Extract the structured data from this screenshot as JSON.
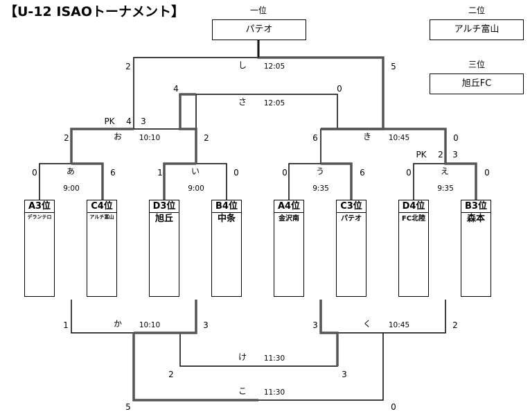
{
  "title": "【U-12 ISAOトーナメント】",
  "ranks": [
    {
      "label": "一位",
      "team": "パテオ"
    },
    {
      "label": "二位",
      "team": "アルチ富山"
    },
    {
      "label": "三位",
      "team": "旭丘FC"
    }
  ],
  "teams": [
    {
      "seed": "A3位",
      "name": "デランテロ"
    },
    {
      "seed": "C4位",
      "name": "アルチ富山"
    },
    {
      "seed": "D3位",
      "name": "旭丘"
    },
    {
      "seed": "B4位",
      "name": "中条"
    },
    {
      "seed": "A4位",
      "name": "金沢南"
    },
    {
      "seed": "C3位",
      "name": "パテオ"
    },
    {
      "seed": "D4位",
      "name": "FC北陸"
    },
    {
      "seed": "B3位",
      "name": "森本"
    }
  ],
  "matches": {
    "a": {
      "label": "あ",
      "time": "9:00",
      "left": "0",
      "right": "6"
    },
    "i": {
      "label": "い",
      "time": "9:00",
      "left": "1",
      "right": "0"
    },
    "u": {
      "label": "う",
      "time": "9:35",
      "left": "0",
      "right": "6"
    },
    "e": {
      "label": "え",
      "time": "9:35",
      "left": "0",
      "right": "0"
    },
    "o": {
      "label": "お",
      "time": "10:10",
      "left": "2",
      "right": "2",
      "pk_label": "PK",
      "pk_left": "4",
      "pk_right": "3"
    },
    "ki": {
      "label": "き",
      "time": "10:45",
      "left": "6",
      "right": "0",
      "pk_label": "PK",
      "pk_left": "2",
      "pk_right": "3"
    },
    "sa": {
      "label": "さ",
      "time": "12:05",
      "left": "4",
      "right": "0"
    },
    "shi": {
      "label": "し",
      "time": "12:05",
      "left": "2",
      "right": "5"
    },
    "ka": {
      "label": "か",
      "time": "10:10",
      "left": "1",
      "right": "3"
    },
    "ku": {
      "label": "く",
      "time": "10:45",
      "left": "3",
      "right": "2"
    },
    "ke": {
      "label": "け",
      "time": "11:30",
      "left": "2",
      "right": "3"
    },
    "ko": {
      "label": "こ",
      "time": "11:30",
      "left": "5",
      "right": "0"
    }
  }
}
